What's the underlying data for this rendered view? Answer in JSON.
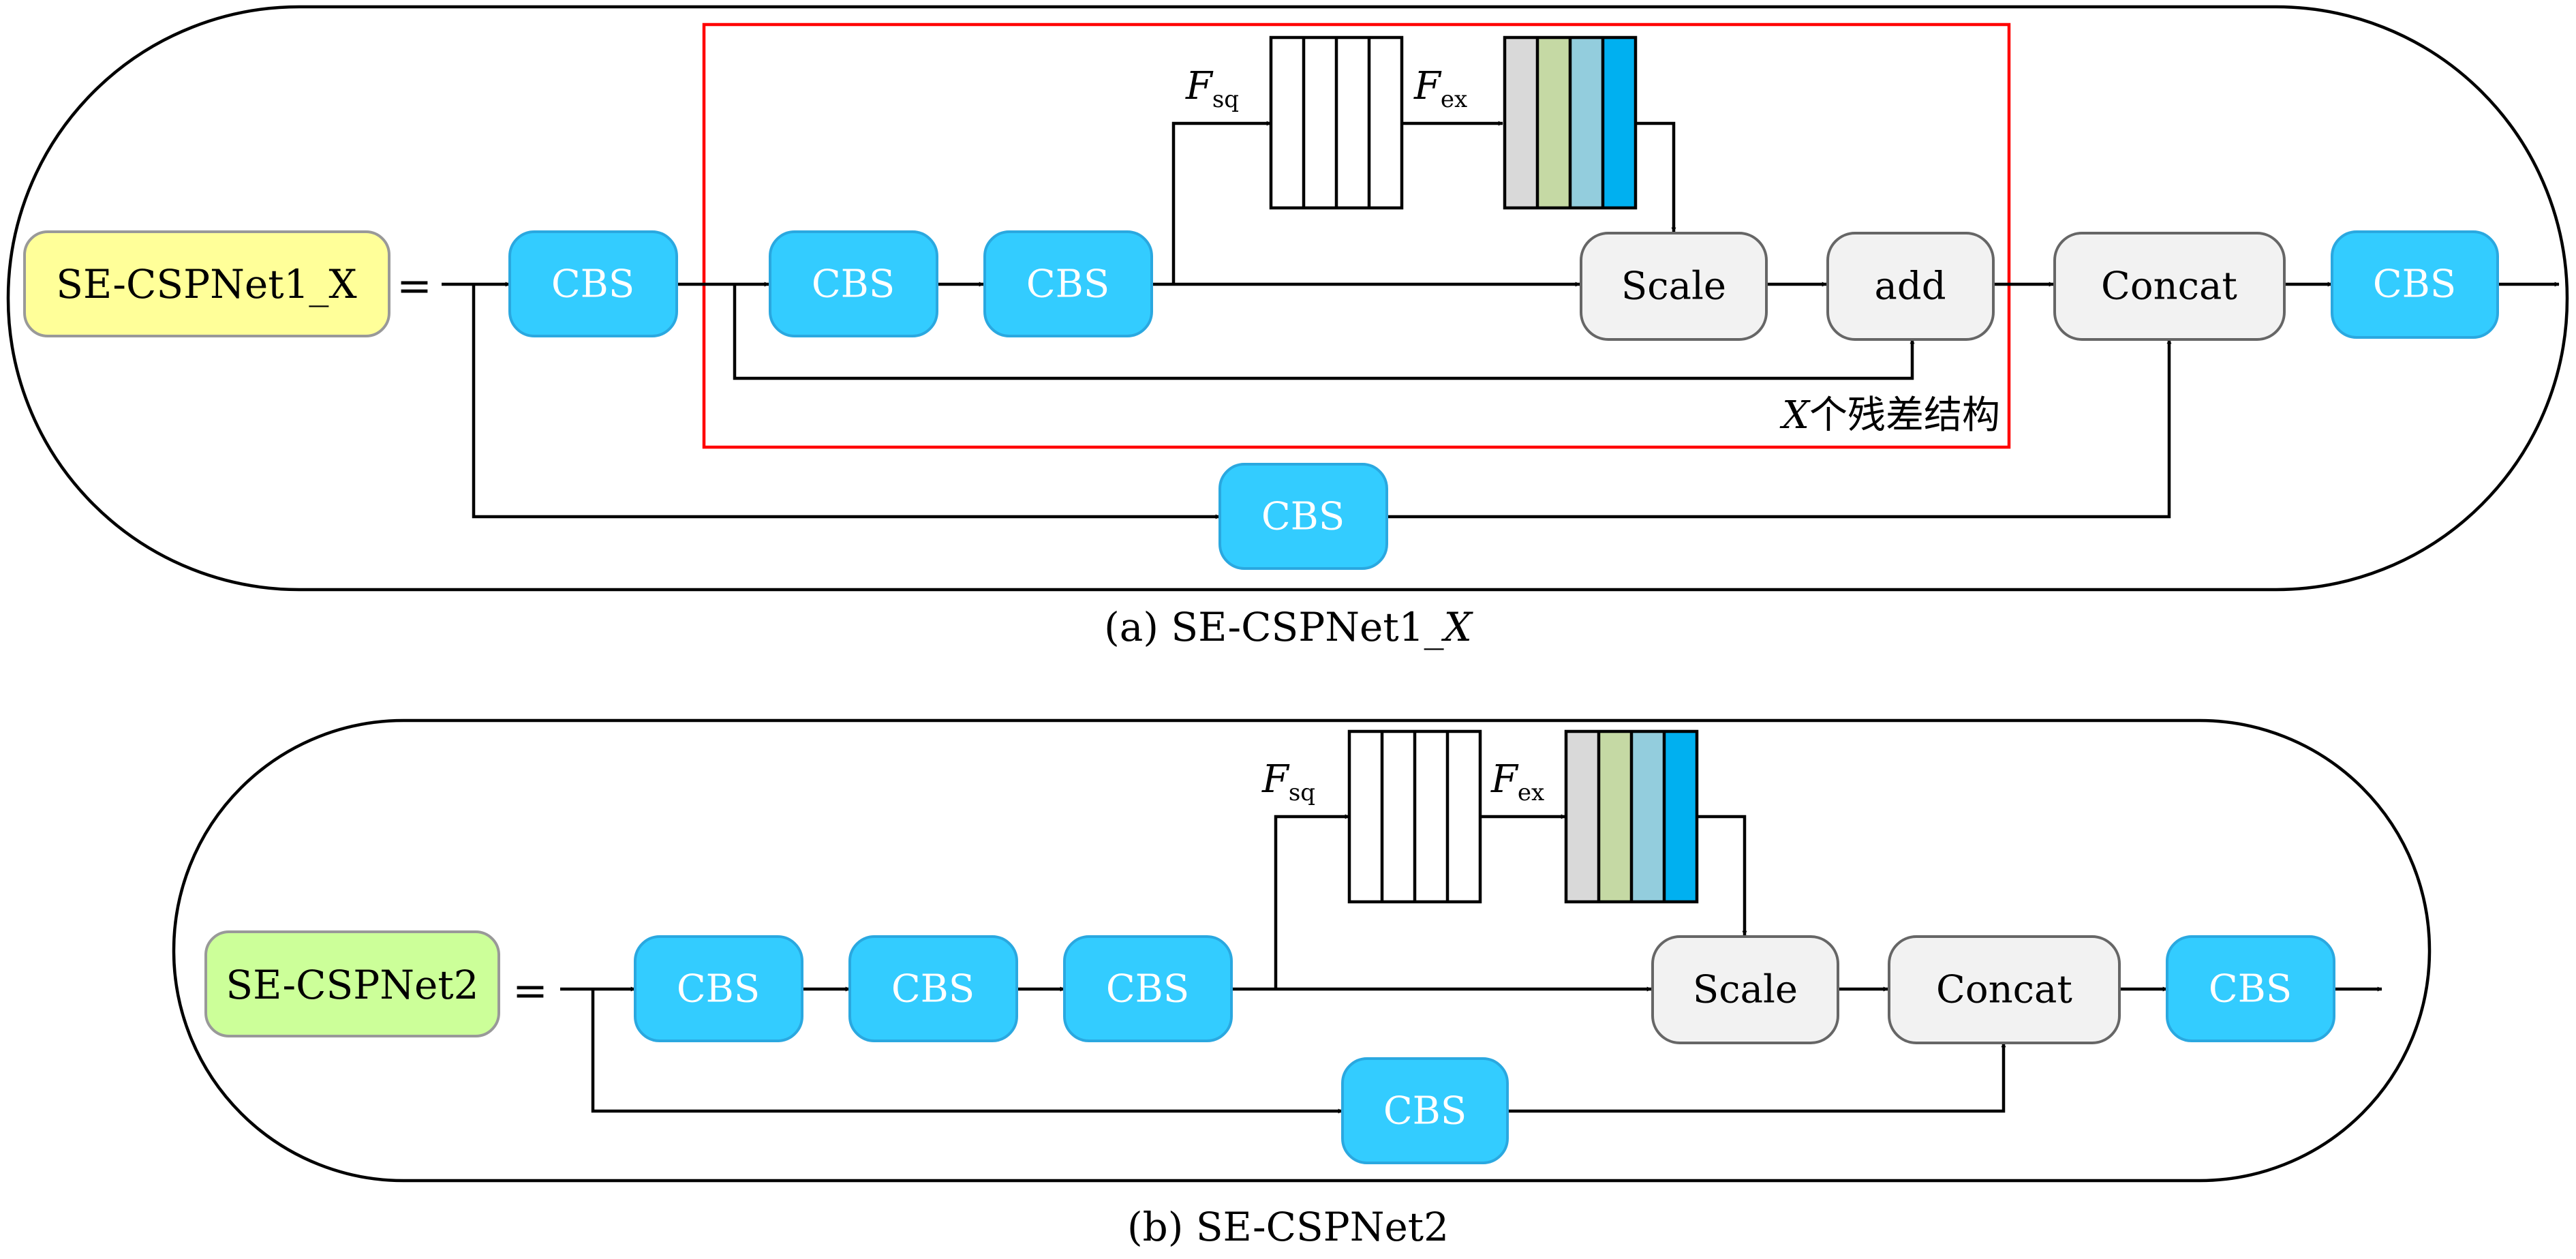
{
  "colors": {
    "cbs_fill": "#33ccff",
    "cbs_stroke": "#2aa8e0",
    "op_fill": "#f2f2f2",
    "op_stroke": "#666666",
    "label_a_fill": "#ffff99",
    "label_b_fill": "#ccff99",
    "residual_border": "#ff0000",
    "excite_stripes": [
      "#d9d9d9",
      "#c5d9a4",
      "#93cddd",
      "#00b0f0"
    ]
  },
  "panel_a": {
    "label": "SE-CSPNet1_X",
    "equals": "=",
    "cbs_labels": [
      "CBS",
      "CBS",
      "CBS",
      "CBS",
      "CBS"
    ],
    "scale_label": "Scale",
    "add_label": "add",
    "concat_label": "Concat",
    "fsq_main": "F",
    "fsq_sub": "sq",
    "fex_main": "F",
    "fex_sub": "ex",
    "residual_var": "X",
    "residual_text": "个残差结构",
    "caption_prefix": "(a) SE-CSPNet1_",
    "caption_var": "X"
  },
  "panel_b": {
    "label": "SE-CSPNet2",
    "equals": "=",
    "cbs_labels": [
      "CBS",
      "CBS",
      "CBS",
      "CBS",
      "CBS"
    ],
    "scale_label": "Scale",
    "concat_label": "Concat",
    "fsq_main": "F",
    "fsq_sub": "sq",
    "fex_main": "F",
    "fex_sub": "ex",
    "caption": "(b) SE-CSPNet2"
  }
}
